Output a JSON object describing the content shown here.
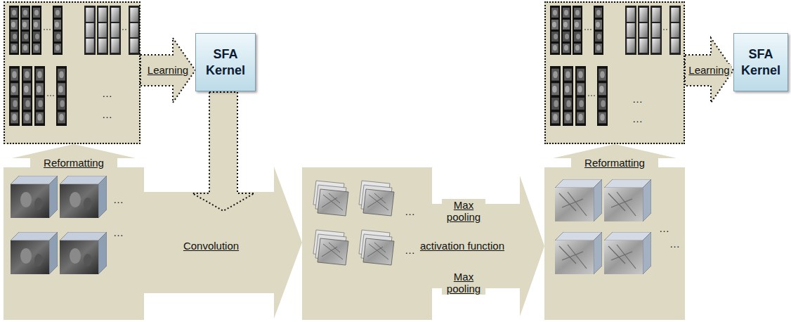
{
  "diagram": {
    "nodes": [
      {
        "text": [
          "…",
          "…"
        ]
      },
      {
        "text": [
          "SFA Kernel"
        ]
      },
      {
        "text": [
          "…",
          "…"
        ]
      },
      {
        "text": [
          "SFA Kernel"
        ]
      },
      {
        "text": [
          "…",
          "…"
        ]
      },
      {
        "text": [
          "…",
          "…"
        ]
      },
      {
        "text": [
          "…",
          "…"
        ]
      }
    ],
    "edges": [
      {
        "from": 0,
        "to": 1,
        "label": "Learning",
        "arrow": "to"
      },
      {
        "from": 4,
        "to": 0,
        "label": "Reformatting",
        "arrow": "to"
      },
      {
        "from": 4,
        "to": 5,
        "label": "Convolution",
        "arrow": "to"
      },
      {
        "from": 5,
        "to": 6,
        "label": "activation function",
        "arrow": "to"
      },
      {
        "from": 6,
        "to": 2,
        "label": "Reformatting",
        "arrow": "to"
      },
      {
        "from": 2,
        "to": 3,
        "label": "Learning",
        "arrow": "to"
      }
    ],
    "labels": [
      "Max pooling",
      "Max pooling"
    ]
  }
}
